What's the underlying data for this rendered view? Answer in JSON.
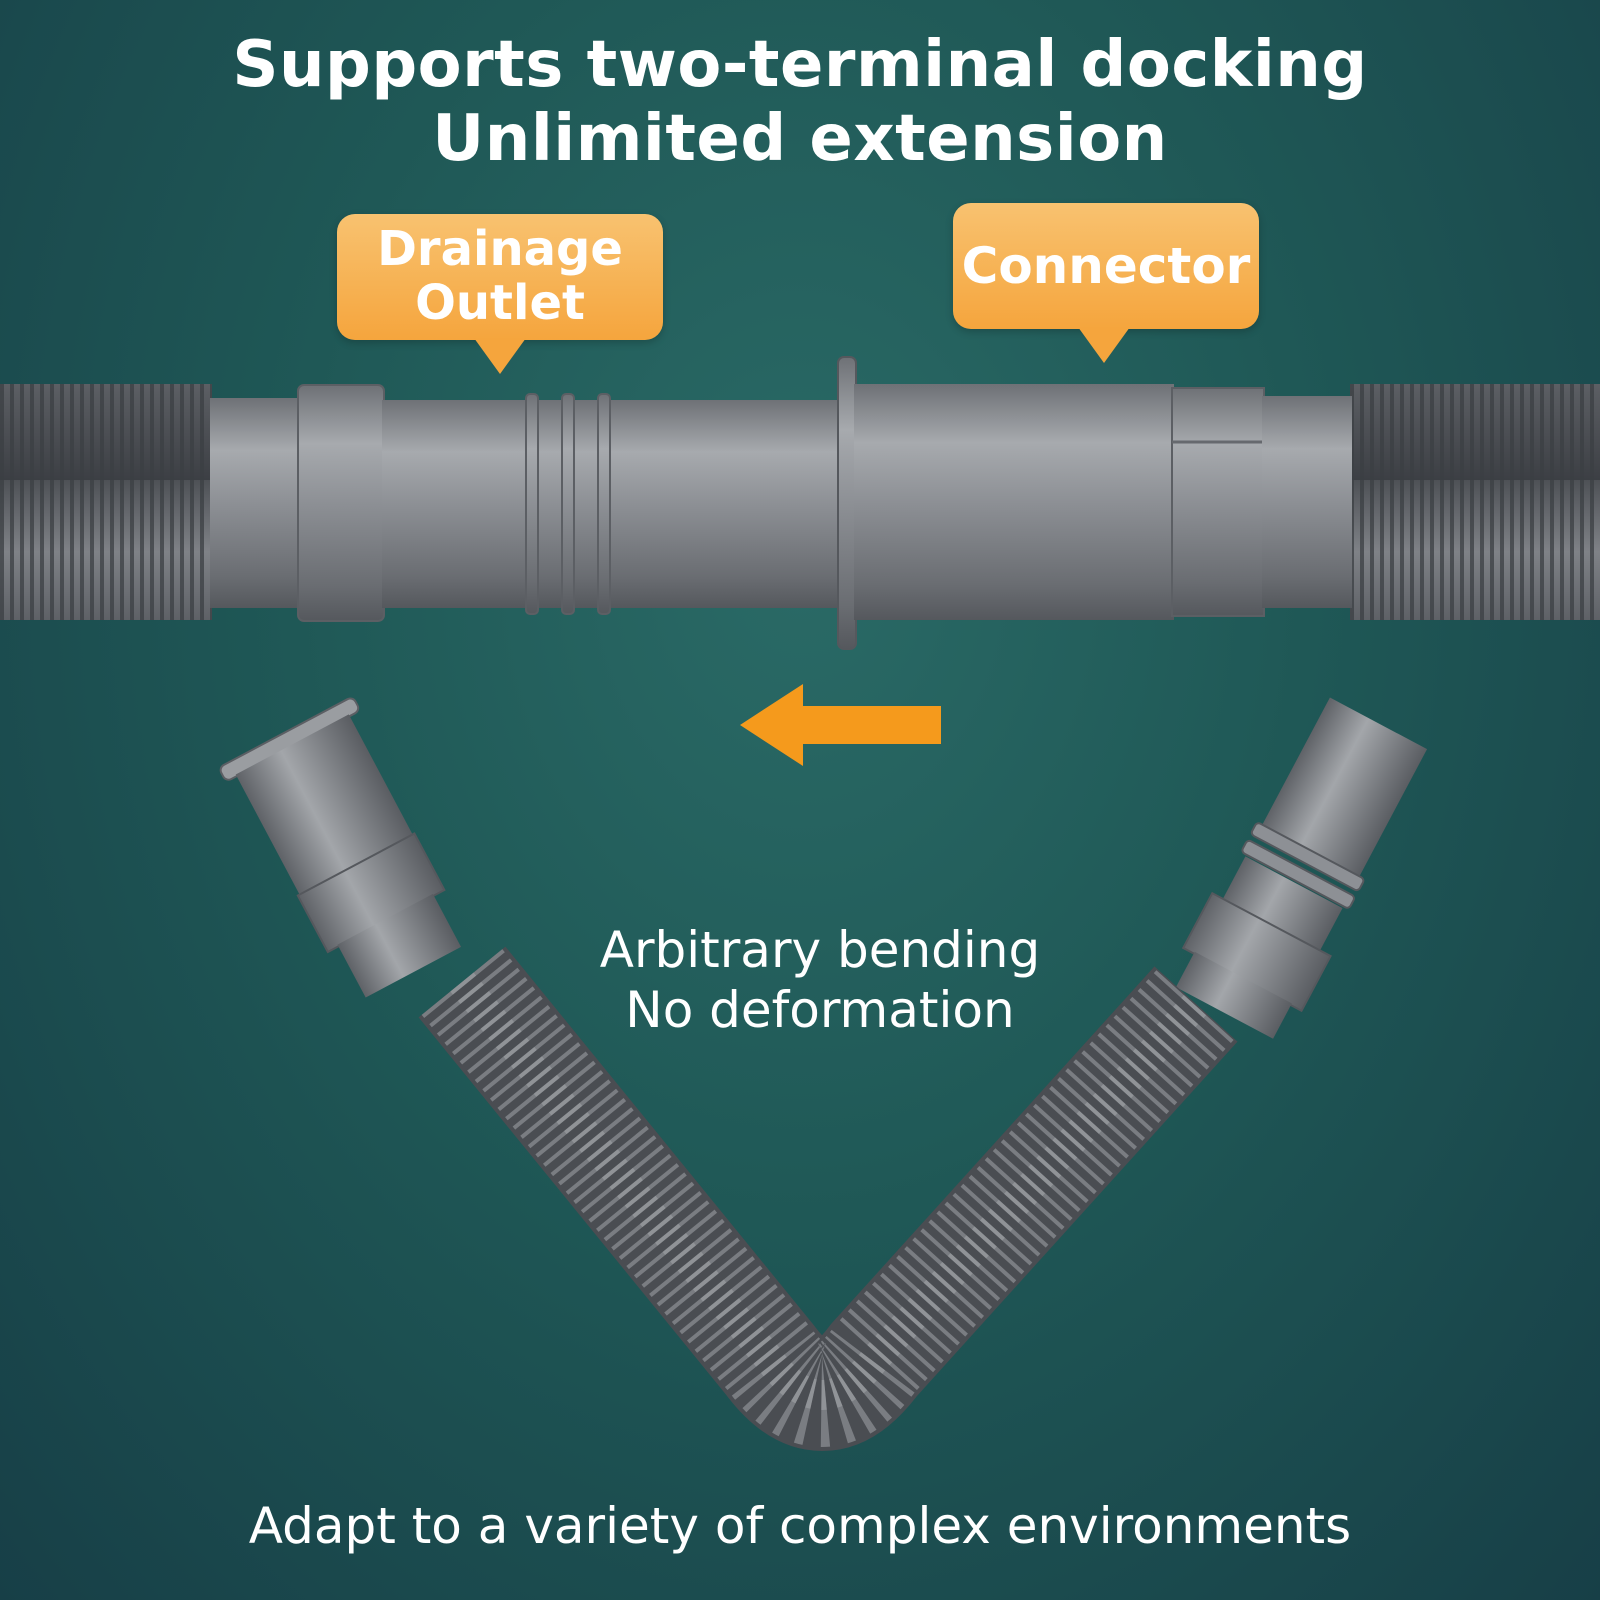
{
  "headline": {
    "line1": "Supports two-terminal docking",
    "line2": "Unlimited extension"
  },
  "callouts": {
    "drainage_line1": "Drainage",
    "drainage_line2": "Outlet",
    "connector": "Connector"
  },
  "captions": {
    "bending_line1": "Arbitrary bending",
    "bending_line2": "No deformation",
    "bottom": "Adapt to a variety of complex environments"
  },
  "icons": {
    "arrow": "arrow-left-icon"
  },
  "colors": {
    "background": "#1f5856",
    "callout": "#f5a53d",
    "arrow": "#f59a1c",
    "pipe": "#8a8d92",
    "text": "#ffffff"
  }
}
